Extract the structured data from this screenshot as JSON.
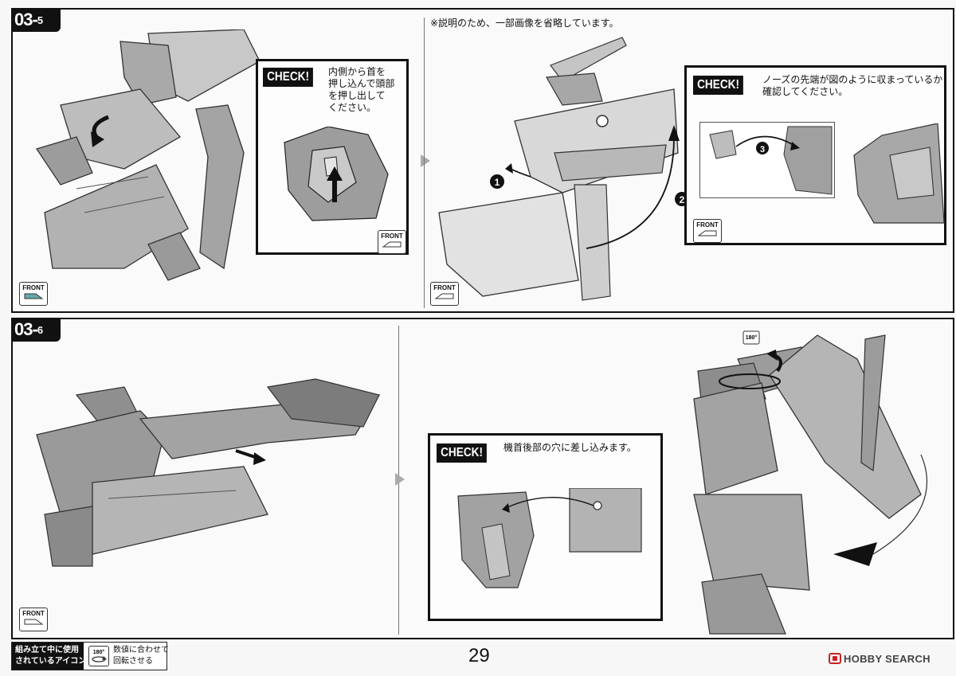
{
  "steps": {
    "top": "03-5",
    "bottom": "03-6",
    "top_main": "03",
    "top_sub": "5",
    "bottom_main": "03",
    "bottom_sub": "6"
  },
  "notes": {
    "omission": "※説明のため、一部画像を省略しています。"
  },
  "checks": {
    "label": "CHECK!",
    "c1_lines": [
      "内側から首を",
      "押し込んで頭部",
      "を押し出して",
      "ください。"
    ],
    "c2_lines": [
      "ノーズの先端が図のように収まっているか",
      "確認してください。"
    ],
    "c3_lines": [
      "機首後部の穴に差し込みます。"
    ]
  },
  "badges": {
    "front": "FRONT",
    "rotate": "180°",
    "callouts": [
      "1",
      "2",
      "3"
    ]
  },
  "footer": {
    "icon_label_lines": [
      "組み立て中に使用",
      "されているアイコン"
    ],
    "rotate_desc_lines": [
      "数値に合わせて",
      "回転させる"
    ],
    "page_number": "29",
    "brand": "HOBBY SEARCH"
  },
  "colors": {
    "ink": "#111111",
    "paper": "#fafafa",
    "gray_model": "#9a9a9a",
    "brand_red": "#cc2222"
  }
}
